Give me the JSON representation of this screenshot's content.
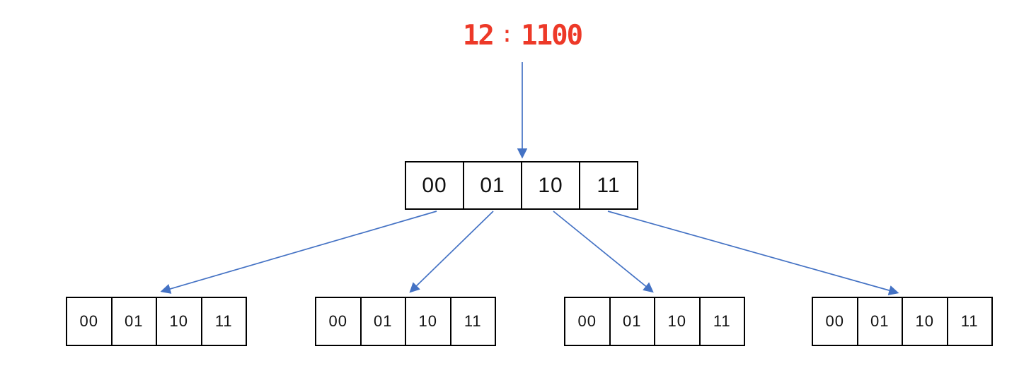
{
  "label": {
    "index": "12",
    "separator": ":",
    "binary": "1100"
  },
  "colors": {
    "arrow": "#4472C4",
    "label": "#ED3928",
    "border": "#000000",
    "text": "#111111",
    "background": "#FFFFFF"
  },
  "root_node": {
    "cells": [
      "00",
      "01",
      "10",
      "11"
    ]
  },
  "child_nodes": [
    {
      "cells": [
        "00",
        "01",
        "10",
        "11"
      ]
    },
    {
      "cells": [
        "00",
        "01",
        "10",
        "11"
      ]
    },
    {
      "cells": [
        "00",
        "01",
        "10",
        "11"
      ]
    },
    {
      "cells": [
        "00",
        "01",
        "10",
        "11"
      ]
    }
  ]
}
